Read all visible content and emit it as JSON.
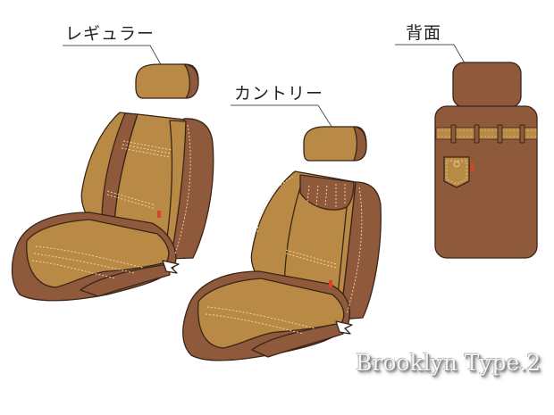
{
  "labels": {
    "regular": "レギュラー",
    "country": "カントリー",
    "back": "背面"
  },
  "title": "Brooklyn Type.2",
  "colors": {
    "tan": "#b98a45",
    "brown": "#8f5a3c",
    "outline": "#3a2418",
    "stitch": "#f1dcaa",
    "tag": "#d9432a",
    "leader_line": "#555555"
  },
  "items": [
    {
      "id": "regular",
      "description": "Front seat cover, regular type"
    },
    {
      "id": "country",
      "description": "Front seat cover, country type"
    },
    {
      "id": "back",
      "description": "Seat back view with pocket and belt"
    }
  ]
}
